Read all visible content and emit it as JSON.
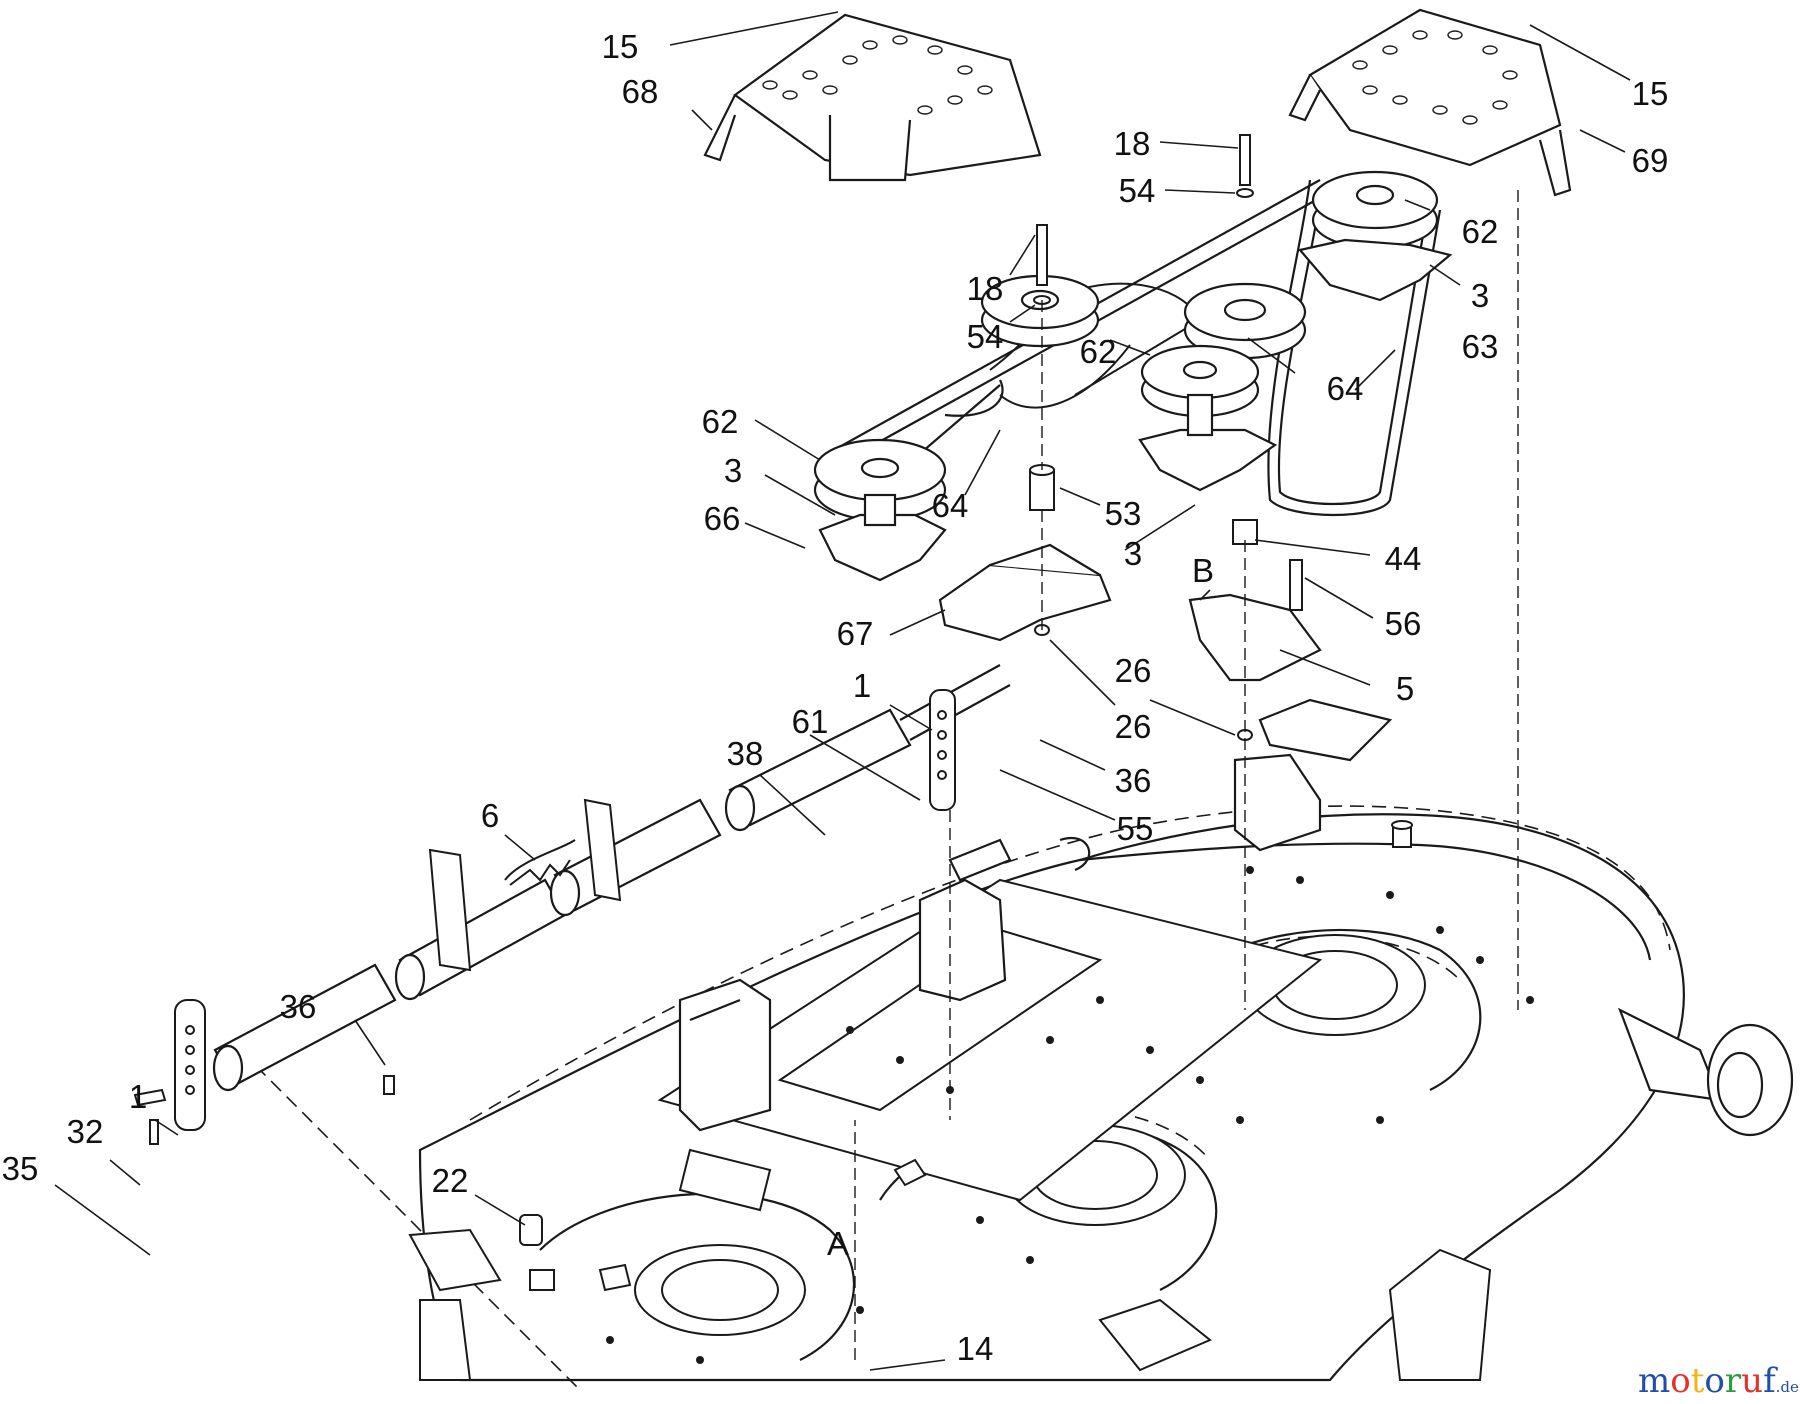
{
  "diagram": {
    "callouts": [
      {
        "id": "c15a",
        "label": "15"
      },
      {
        "id": "c68",
        "label": "68"
      },
      {
        "id": "c15b",
        "label": "15"
      },
      {
        "id": "c69",
        "label": "69"
      },
      {
        "id": "c18a",
        "label": "18"
      },
      {
        "id": "c54a",
        "label": "54"
      },
      {
        "id": "c62a",
        "label": "62"
      },
      {
        "id": "c3a",
        "label": "3"
      },
      {
        "id": "c18b",
        "label": "18"
      },
      {
        "id": "c54b",
        "label": "54"
      },
      {
        "id": "c63",
        "label": "63"
      },
      {
        "id": "c62b",
        "label": "62"
      },
      {
        "id": "c64a",
        "label": "64"
      },
      {
        "id": "c62c",
        "label": "62"
      },
      {
        "id": "c3b",
        "label": "3"
      },
      {
        "id": "c66",
        "label": "66"
      },
      {
        "id": "c64b",
        "label": "64"
      },
      {
        "id": "c53",
        "label": "53"
      },
      {
        "id": "c3c",
        "label": "3"
      },
      {
        "id": "c44",
        "label": "44"
      },
      {
        "id": "cB",
        "label": "B"
      },
      {
        "id": "c56",
        "label": "56"
      },
      {
        "id": "c67",
        "label": "67"
      },
      {
        "id": "c26a",
        "label": "26"
      },
      {
        "id": "c5",
        "label": "5"
      },
      {
        "id": "c26b",
        "label": "26"
      },
      {
        "id": "c1a",
        "label": "1"
      },
      {
        "id": "c61",
        "label": "61"
      },
      {
        "id": "c36a",
        "label": "36"
      },
      {
        "id": "c38",
        "label": "38"
      },
      {
        "id": "c55",
        "label": "55"
      },
      {
        "id": "c6",
        "label": "6"
      },
      {
        "id": "c36b",
        "label": "36"
      },
      {
        "id": "c1b",
        "label": "1"
      },
      {
        "id": "c32",
        "label": "32"
      },
      {
        "id": "c35",
        "label": "35"
      },
      {
        "id": "c22",
        "label": "22"
      },
      {
        "id": "cA",
        "label": "A"
      },
      {
        "id": "c14",
        "label": "14"
      }
    ]
  },
  "watermark": {
    "letters": [
      "m",
      "o",
      "t",
      "o",
      "r",
      "u",
      "f"
    ],
    "suffix": ".de",
    "colors": [
      "#1f4fa6",
      "#e0342b",
      "#f2b418",
      "#1f4fa6",
      "#2e9a3e",
      "#e0342b",
      "#1f4fa6"
    ]
  }
}
